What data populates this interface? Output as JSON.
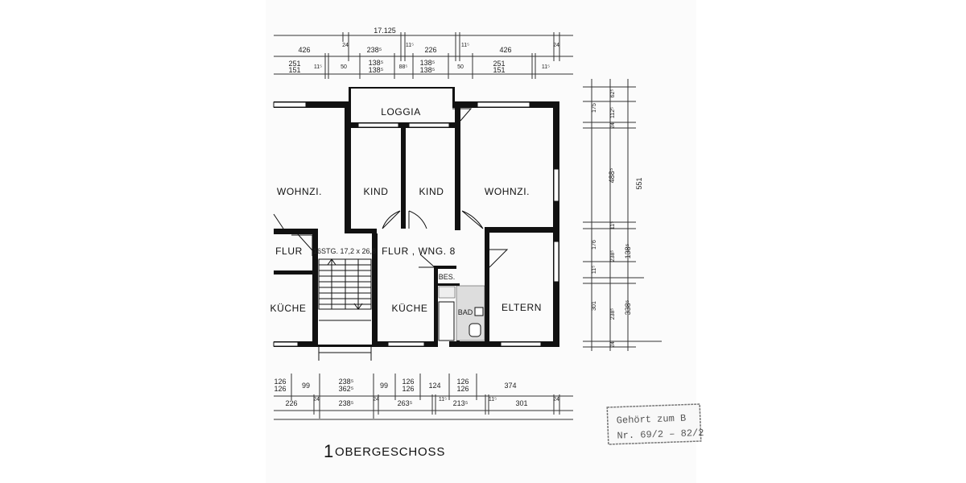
{
  "drawing": {
    "floor_title_number": "1",
    "floor_title": "OBERGESCHOSS",
    "rooms": {
      "loggia": "LOGGIA",
      "wohnzi_left": "WOHNZI.",
      "kind_1": "KIND",
      "kind_2": "KIND",
      "wohnzi_right": "WOHNZI.",
      "flur_left": "FLUR",
      "stair": "16STG. 17,2 x 26,8",
      "flur_center": "FLUR , WNG. 8",
      "kueche_left": "KÜCHE",
      "kueche_center": "KÜCHE",
      "bes": "BES.",
      "bad": "BAD",
      "eltern": "ELTERN"
    },
    "stamp": {
      "line1": "Gehört zum B",
      "line2": "Nr. 69/2 – 82/2"
    }
  },
  "dimensions": {
    "top": {
      "overall": "17.125",
      "row1": [
        "426",
        "24",
        "238⁵",
        "11⁵",
        "226",
        "11⁵",
        "426",
        "24"
      ],
      "row2_upper": [
        "251",
        "11⁵",
        "50",
        "138⁵",
        "88⁵",
        "138⁵",
        "50",
        "251",
        "11⁵"
      ],
      "row2_lower": [
        "151",
        "138⁵",
        "138⁵",
        "151"
      ]
    },
    "right": {
      "outer": [
        "551",
        "138⁵",
        "338⁵"
      ],
      "inner": [
        "175",
        "112⁵",
        "62⁵",
        "24",
        "488⁵",
        "11⁵",
        "176",
        "238⁵",
        "11⁵",
        "301",
        "238⁵",
        "24"
      ]
    },
    "bottom": {
      "row1_upper": [
        "126",
        "99",
        "238⁵",
        "99",
        "126",
        "124",
        "126",
        "374"
      ],
      "row1_lower": [
        "126",
        "362⁵",
        "126",
        "126"
      ],
      "row2": [
        "226",
        "24",
        "238⁵",
        "24",
        "263⁵",
        "11⁵",
        "213⁵",
        "11⁵",
        "301",
        "24"
      ]
    }
  }
}
